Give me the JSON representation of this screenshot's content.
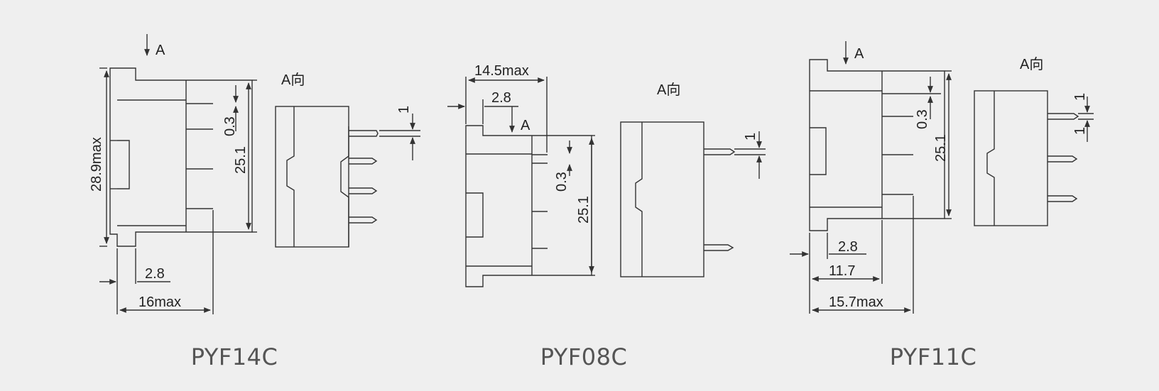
{
  "diagrams": [
    {
      "model": "PYF14C",
      "view_arrow": "A",
      "view_label": "A向",
      "dims": {
        "height": "28.9max",
        "pitch": "0.3",
        "span": "25.1",
        "pin": "1",
        "offset": "2.8",
        "depth": "16max"
      }
    },
    {
      "model": "PYF08C",
      "view_arrow": "A",
      "view_label": "A向",
      "dims": {
        "top": "14.5max",
        "offset": "2.8",
        "pitch": "0.3",
        "span": "25.1",
        "pin": "1"
      }
    },
    {
      "model": "PYF11C",
      "view_arrow": "A",
      "view_label": "A向",
      "dims": {
        "pin_top": "1",
        "pitch": "0.3",
        "span": "25.1",
        "pin": "1",
        "offset": "2.8",
        "mid": "11.7",
        "depth": "15.7max"
      }
    }
  ],
  "colors": {
    "background": "#efefef",
    "line": "#333333",
    "caption": "#555555"
  }
}
